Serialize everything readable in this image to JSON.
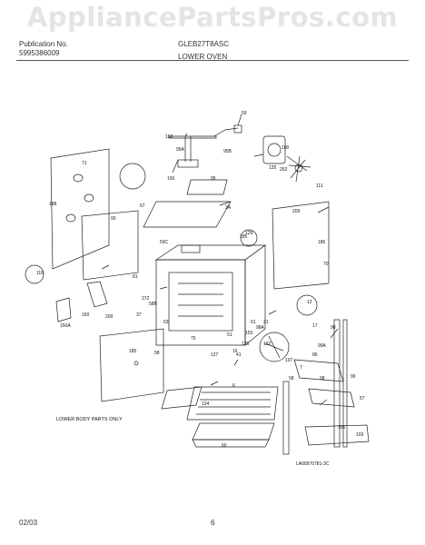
{
  "watermark": "AppliancePartsPros.com",
  "header": {
    "publication_label": "Publication No.",
    "publication_number": "5995386009",
    "model": "GLEB27T8ASC",
    "section": "LOWER OVEN"
  },
  "diagram": {
    "note": "LOWER BODY PARTS ONLY",
    "code": "LA00970781-3C",
    "part_labels": [
      "59",
      "158",
      "95A",
      "95B",
      "100",
      "125",
      "263",
      "111",
      "156",
      "95",
      "71",
      "188",
      "67",
      "90",
      "59C",
      "2A",
      "209",
      "186",
      "129",
      "185",
      "70",
      "116",
      "81",
      "272",
      "58B",
      "150",
      "150A",
      "12",
      "37",
      "209",
      "63",
      "75",
      "58",
      "41",
      "127",
      "122",
      "107",
      "17",
      "98",
      "99A",
      "86",
      "185",
      "99",
      "98",
      "124",
      "6",
      "58",
      "7",
      "57",
      "60",
      "101",
      "103",
      "126",
      "98A",
      "21",
      "51",
      "61",
      "153",
      "16"
    ]
  },
  "footer": {
    "date": "02/03",
    "page": "6"
  }
}
